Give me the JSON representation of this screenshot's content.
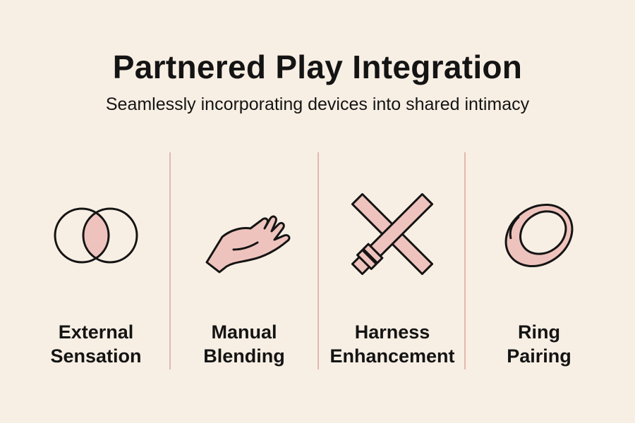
{
  "header": {
    "title": "Partnered Play Integration",
    "subtitle": "Seamlessly incorporating devices into shared intimacy"
  },
  "panels": [
    {
      "icon": "overlapping-circles-icon",
      "label_line1": "External",
      "label_line2": "Sensation"
    },
    {
      "icon": "open-hand-icon",
      "label_line1": "Manual",
      "label_line2": "Blending"
    },
    {
      "icon": "crossed-straps-icon",
      "label_line1": "Harness",
      "label_line2": "Enhancement"
    },
    {
      "icon": "ring-icon",
      "label_line1": "Ring",
      "label_line2": "Pairing"
    }
  ],
  "colors": {
    "background": "#f8efe4",
    "accent_fill": "#efc3bd",
    "divider": "#e3b8b0",
    "stroke": "#141414"
  }
}
